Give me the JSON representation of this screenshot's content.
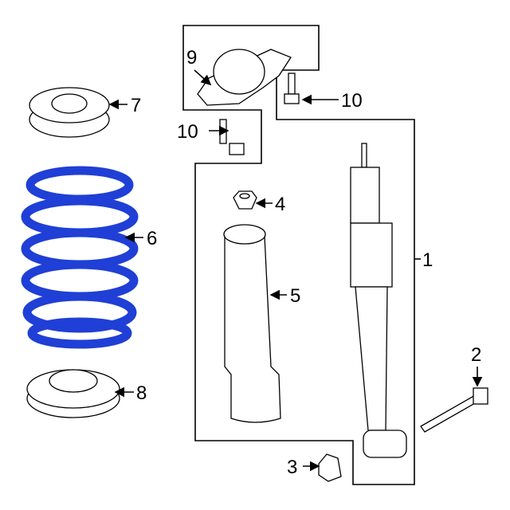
{
  "diagram": {
    "colors": {
      "spring": "#1f3fd6",
      "outline": "#000000",
      "background": "#ffffff"
    },
    "callouts": [
      {
        "id": "1",
        "part": "shock-absorber"
      },
      {
        "id": "2",
        "part": "lower-bolt"
      },
      {
        "id": "3",
        "part": "nut"
      },
      {
        "id": "4",
        "part": "upper-nut"
      },
      {
        "id": "5",
        "part": "dust-boot"
      },
      {
        "id": "6",
        "part": "coil-spring"
      },
      {
        "id": "7",
        "part": "upper-spring-seat"
      },
      {
        "id": "8",
        "part": "lower-spring-seat"
      },
      {
        "id": "9",
        "part": "upper-mount"
      },
      {
        "id": "10",
        "part": "mount-bolt"
      },
      {
        "id": "10",
        "part": "mount-bolt"
      }
    ]
  }
}
